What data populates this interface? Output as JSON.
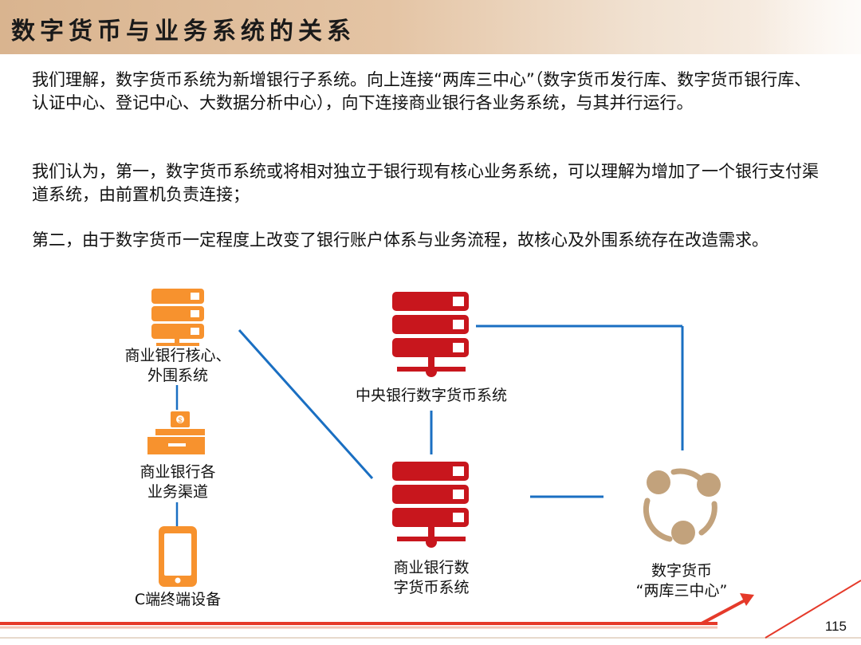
{
  "header": {
    "title": "数字货币与业务系统的关系"
  },
  "paragraphs": {
    "p1": "我们理解，数字货币系统为新增银行子系统。向上连接“两库三中心”（数字货币发行库、数字货币银行库、认证中心、登记中心、大数据分析中心），向下连接商业银行各业务系统，与其并行运行。",
    "p2": "我们认为，第一，数字货币系统或将相对独立于银行现有核心业务系统，可以理解为增加了一个银行支付渠道系统，由前置机负责连接；",
    "p3": "第二，由于数字货币一定程度上改变了银行账户体系与业务流程，故核心及外围系统存在改造需求。"
  },
  "diagram": {
    "core_systems": {
      "line1": "商业银行核心、",
      "line2": "外围系统",
      "icon": "server-icon"
    },
    "channels": {
      "line1": "商业银行各",
      "line2": "业务渠道",
      "icon": "cash-register-icon"
    },
    "c_device": {
      "line1": "C端终端设备",
      "icon": "smartphone-icon"
    },
    "central_bank": {
      "line1": "中央银行数字货币系统",
      "icon": "server-icon"
    },
    "commercial_bank": {
      "line1": "商业银行数",
      "line2": "字货币系统",
      "icon": "server-icon"
    },
    "two_vaults": {
      "line1": "数字货币",
      "line2": "“两库三中心”",
      "icon": "share-nodes-icon"
    }
  },
  "colors": {
    "orange": "#f7922e",
    "red": "#c8161d",
    "blue": "#1a6fc2",
    "tan": "#c2a27c",
    "accent_red": "#e53a2a"
  },
  "footer": {
    "page_number": "115"
  }
}
